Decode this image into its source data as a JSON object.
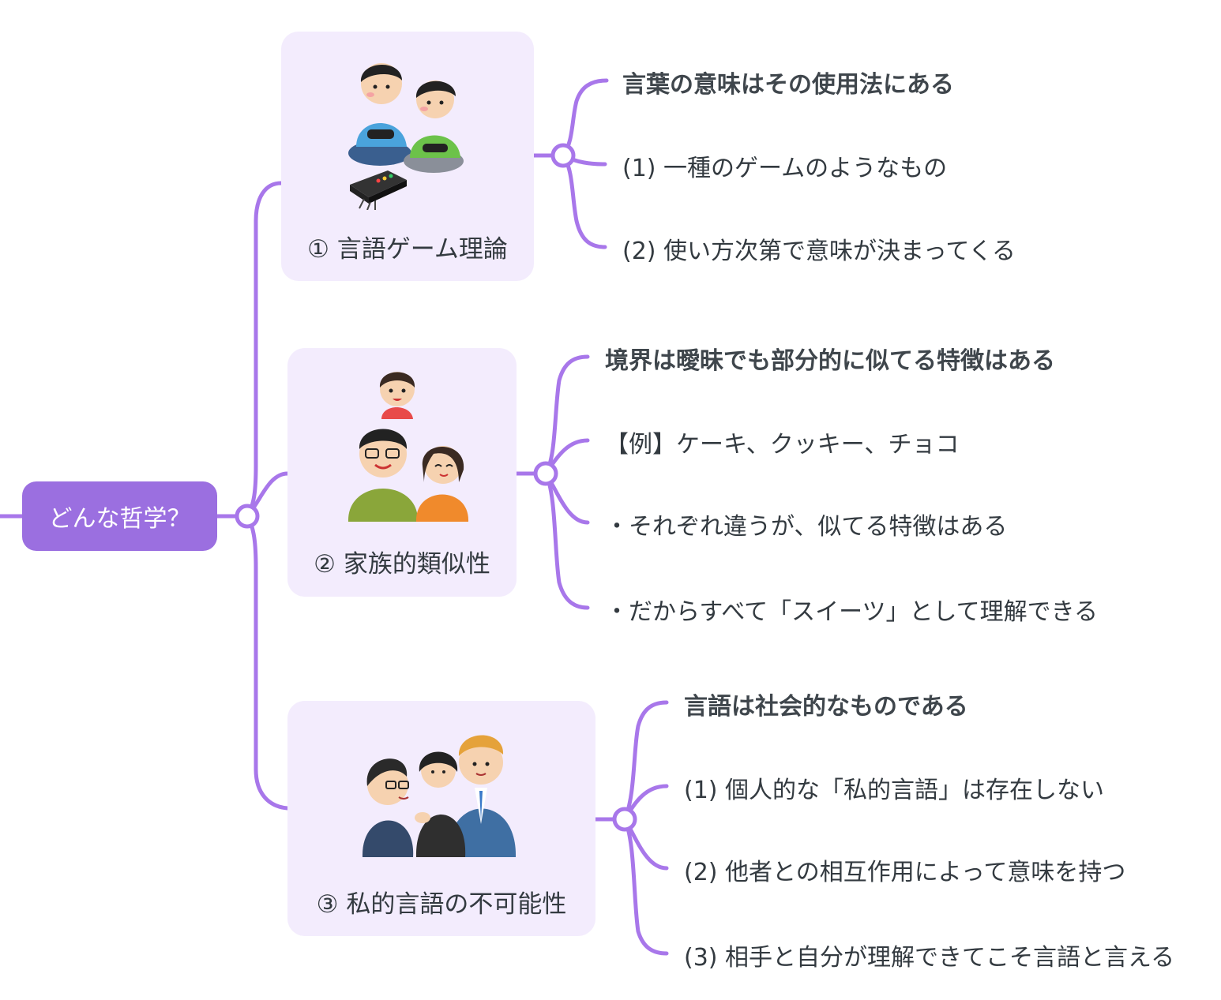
{
  "root": {
    "label": "どんな哲学？"
  },
  "topics": [
    {
      "title": "① 言語ゲーム理論",
      "image": "children-playing-video-game-illustration",
      "items": [
        "言葉の意味はその使用法にある",
        "(1) 一種のゲームのようなもの",
        "(2) 使い方次第で意味が決まってくる"
      ]
    },
    {
      "title": "② 家族的類似性",
      "image": "family-illustration",
      "items": [
        "境界は曖昧でも部分的に似てる特徴はある",
        "【例】ケーキ、クッキー、チョコ",
        "・それぞれ違うが、似てる特徴はある",
        "・だからすべて「スイーツ」として理解できる"
      ]
    },
    {
      "title": "③ 私的言語の不可能性",
      "image": "people-talking-illustration",
      "items": [
        "言語は社会的なものである",
        "(1) 個人的な「私的言語」は存在しない",
        "(2) 他者との相互作用によって意味を持つ",
        "(3) 相手と自分が理解できてこそ言語と言える"
      ]
    }
  ],
  "colors": {
    "accent": "#9b6fe0",
    "card_bg": "#f3ecfd",
    "text": "#333a40"
  }
}
